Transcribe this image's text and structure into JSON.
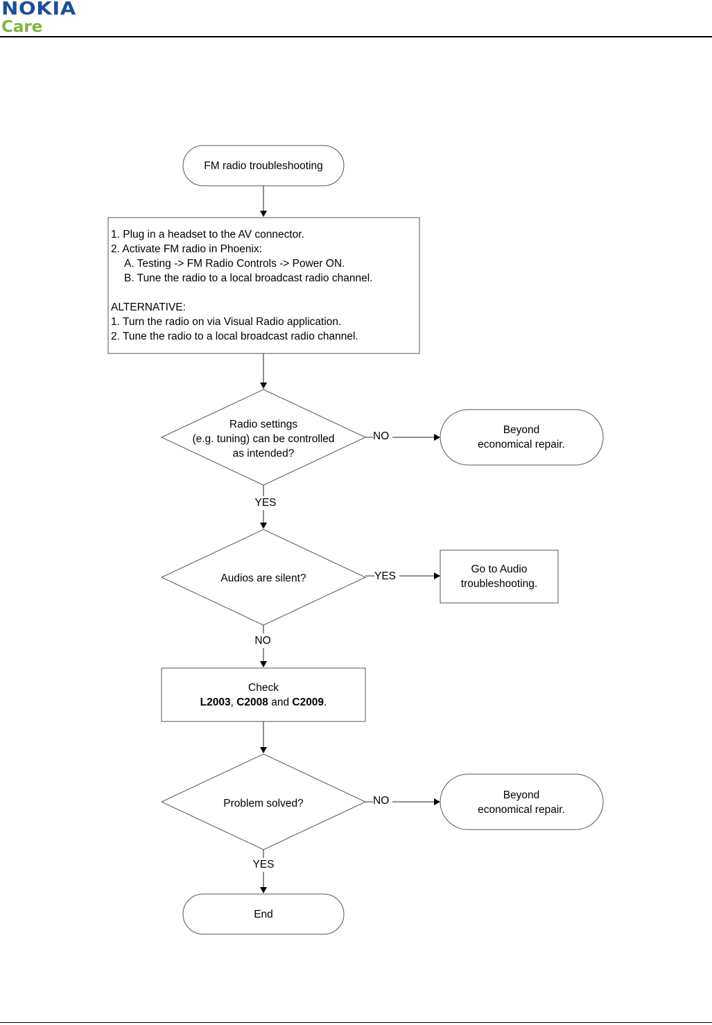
{
  "header": {
    "brand": "NOKIA",
    "sub_brand": "Care",
    "brand_color": "#1a4f9c",
    "sub_brand_color": "#7ab63c"
  },
  "flow": {
    "start": "FM radio troubleshooting",
    "instructions": [
      "1. Plug in a headset to the AV connector.",
      "2. Activate FM radio in Phoenix:",
      "A.  Testing -> FM Radio Controls -> Power ON.",
      "B.  Tune the radio to a local broadcast radio channel.",
      "ALTERNATIVE:",
      "1. Turn the radio on via Visual Radio application.",
      "2. Tune the radio to a local broadcast radio channel."
    ],
    "decision1": [
      "Radio settings",
      "(e.g. tuning) can be controlled",
      "as intended?"
    ],
    "decision1_no": "NO",
    "decision1_yes": "YES",
    "ber1": [
      "Beyond",
      "economical repair."
    ],
    "decision2": "Audios are silent?",
    "decision2_yes": "YES",
    "decision2_no": "NO",
    "audio": [
      "Go to Audio",
      "troubleshooting."
    ],
    "check": {
      "line1": "Check",
      "c1": "L2003",
      "sep1": ", ",
      "c2": "C2008",
      "sep2": " and ",
      "c3": "C2009",
      "end": "."
    },
    "decision3": "Problem solved?",
    "decision3_no": "NO",
    "decision3_yes": "YES",
    "ber2": [
      "Beyond",
      "economical repair."
    ],
    "end": "End"
  }
}
